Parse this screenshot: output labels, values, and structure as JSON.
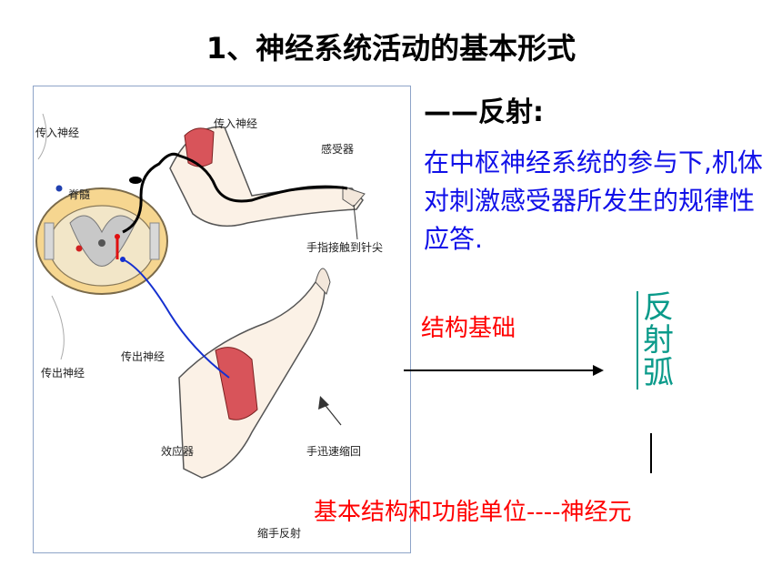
{
  "title": "1、神经系统活动的基本形式",
  "figure": {
    "labels": {
      "afferent_left": "传入神经",
      "afferent_top": "传入神经",
      "receptor": "感受器",
      "spinal_cord": "脊髓",
      "stimulus": "手指接触到针尖",
      "efferent_mid": "传出神经",
      "efferent_left": "传出神经",
      "effector": "效应器",
      "retract": "手迅速缩回",
      "caption": "缩手反射"
    }
  },
  "reflex_heading": "——反射:",
  "definition": "在中枢神经系统的参与下,机体对刺激感受器所发生的规律性应答.",
  "structure_label": "结构基础",
  "arc_term": "反射弧",
  "basic_unit": "基本结构和功能单位----神经元",
  "colors": {
    "definition_text": "#1010e8",
    "highlight_red": "#ff0000",
    "arc_teal": "#0a9a8a",
    "figure_border": "#8ea4c8"
  }
}
